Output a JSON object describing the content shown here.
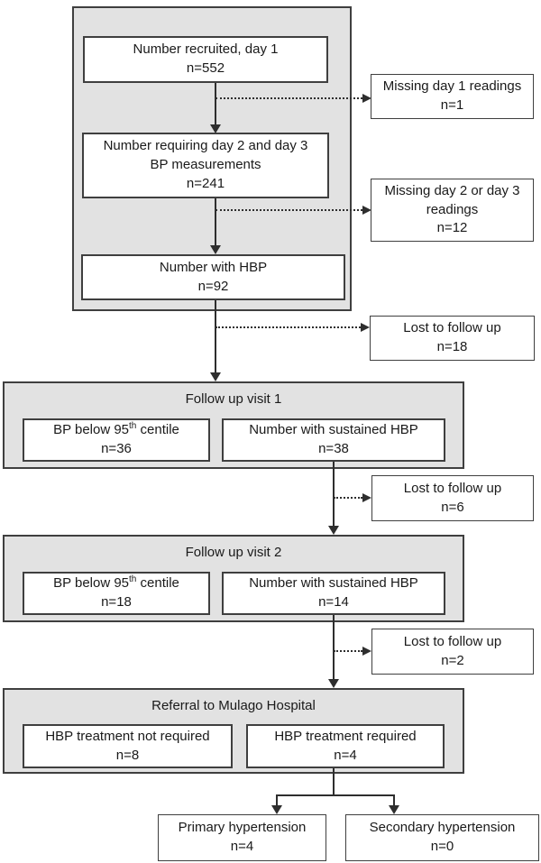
{
  "colors": {
    "background": "#ffffff",
    "container_fill": "#e2e2e2",
    "box_fill": "#ffffff",
    "border": "#3f3f3f",
    "line": "#2e2e2e",
    "text": "#1a1a1a"
  },
  "screening": {
    "recruited": {
      "line1": "Number recruited, day 1",
      "n": "n=552"
    },
    "day23": {
      "line1": "Number requiring day 2 and day 3",
      "line2": "BP measurements",
      "n": "n=241"
    },
    "hbp": {
      "line1": "Number with HBP",
      "n": "n=92"
    }
  },
  "side": {
    "missing_day1": {
      "line1": "Missing day 1 readings",
      "n": "n=1"
    },
    "missing_day23": {
      "line1": "Missing day 2 or day 3",
      "line2": "readings",
      "n": "n=12"
    },
    "lost1": {
      "line1": "Lost to follow up",
      "n": "n=18"
    },
    "lost2": {
      "line1": "Lost to follow up",
      "n": "n=6"
    },
    "lost3": {
      "line1": "Lost to follow up",
      "n": "n=2"
    }
  },
  "visit1": {
    "title": "Follow up visit 1",
    "below": {
      "pre": "BP below 95",
      "sup": "th",
      "post": " centile",
      "n": "n=36"
    },
    "sustained": {
      "line1": "Number with sustained HBP",
      "n": "n=38"
    }
  },
  "visit2": {
    "title": "Follow up visit 2",
    "below": {
      "pre": "BP below 95",
      "sup": "th",
      "post": " centile",
      "n": "n=18"
    },
    "sustained": {
      "line1": "Number with sustained HBP",
      "n": "n=14"
    }
  },
  "referral": {
    "title": "Referral to Mulago Hospital",
    "not_required": {
      "line1": "HBP treatment not required",
      "n": "n=8"
    },
    "required": {
      "line1": "HBP treatment required",
      "n": "n=4"
    }
  },
  "outcomes": {
    "primary": {
      "line1": "Primary hypertension",
      "n": "n=4"
    },
    "secondary": {
      "line1": "Secondary hypertension",
      "n": "n=0"
    }
  }
}
